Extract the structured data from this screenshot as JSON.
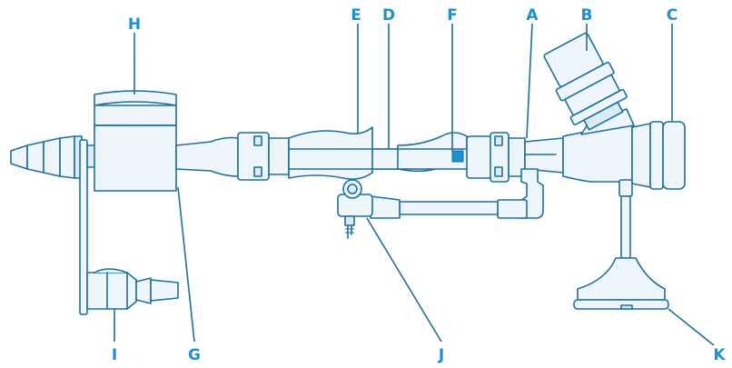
{
  "diagram": {
    "labels": {
      "A": "A",
      "B": "B",
      "C": "C",
      "D": "D",
      "E": "E",
      "F": "F",
      "G": "G",
      "H": "H",
      "I": "I",
      "J": "J",
      "K": "K"
    },
    "colors": {
      "stroke": "#1e6f9e",
      "fill": "#eef6fb",
      "label": "#1e8fd0",
      "marker": "#1e8fd0"
    }
  }
}
